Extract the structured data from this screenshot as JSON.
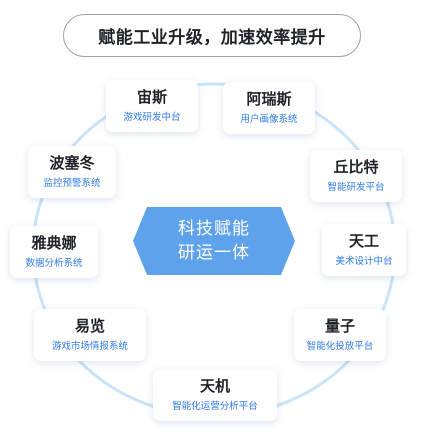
{
  "banner": {
    "text": "赋能工业升级，加速效率提升"
  },
  "hub": {
    "line1": "科技赋能",
    "line2": "研运一体"
  },
  "colors": {
    "accent": "#2f7be6",
    "hub_fill": "#5ea2ec",
    "ring": "#c9e4f7"
  },
  "nodes": [
    {
      "name": "宙斯",
      "desc": "游戏研发中台"
    },
    {
      "name": "阿瑞斯",
      "desc": "用户画像系统"
    },
    {
      "name": "丘比特",
      "desc": "智能研发平台"
    },
    {
      "name": "天工",
      "desc": "美术设计中台"
    },
    {
      "name": "量子",
      "desc": "智能化投放平台"
    },
    {
      "name": "天机",
      "desc": "智能化运营分析平台"
    },
    {
      "name": "易览",
      "desc": "游戏市场情报系统"
    },
    {
      "name": "雅典娜",
      "desc": "数据分析系统"
    },
    {
      "name": "波塞冬",
      "desc": "监控预警系统"
    }
  ]
}
